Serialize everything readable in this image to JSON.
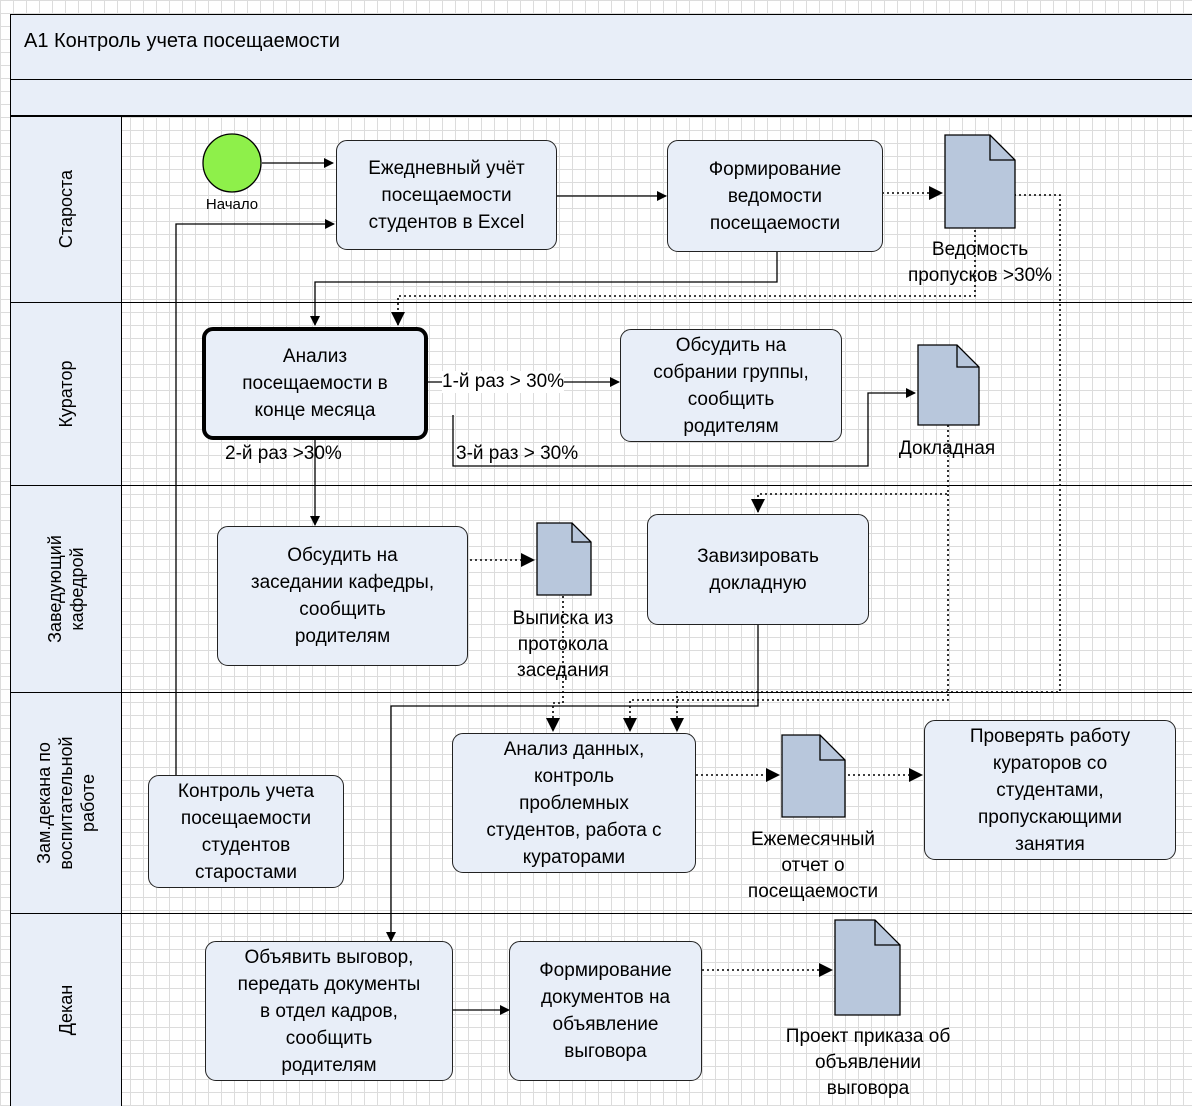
{
  "title": "А1 Контроль учета посещаемости",
  "lanes": {
    "starosta": "Староста",
    "kurator": "Куратор",
    "zav": "Заведующий\nкафедрой",
    "zamdekana": "Зам.декана по\nвоспитательной\nработе",
    "dekan": "Декан"
  },
  "start_event": {
    "label": "Начало"
  },
  "tasks": {
    "daily": "Ежедневный учёт\nпосещаемости\nстудентов в Excel",
    "form_vedomost": "Формирование\nведомости\nпосещаемости",
    "analysis": "Анализ\nпосещаемости в\nконце месяца",
    "discuss_group": "Обсудить на\nсобрании группы,\nсообщить\nродителям",
    "discuss_kafedra": "Обсудить на\nзаседании кафедры,\nсообщить\nродителям",
    "zavizirovat": "Завизировать\nдокладную",
    "analiz_dannyh": "Анализ данных,\nконтроль\nпроблемных\nстудентов, работа с\nкураторами",
    "kontrol_starosty": "Контроль учета\nпосещаемости\nстудентов\nстаростами",
    "proveryat": "Проверять работу\nкураторов со\nстудентами,\nпропускающими\nзанятия",
    "vygovor": "Объявить выговор,\nпередать документы\nв отдел кадров,\nсообщить\nродителям",
    "form_docs": "Формирование\nдокументов на\nобъявление\nвыговора"
  },
  "documents": {
    "vedomost": "Ведомость\nпропусков >30%",
    "dokladnaya": "Докладная",
    "vypiska": "Выписка из\nпротокола\nзаседания",
    "otchet": "Ежемесячный\nотчет о\nпосещаемости",
    "proekt": "Проект приказа об\nобъявлении\nвыговора"
  },
  "edge_labels": {
    "first": "1-й раз > 30%",
    "second": "2-й раз >30%",
    "third": "3-й раз > 30%"
  },
  "colors": {
    "task_fill": "#e8eef8",
    "doc_fill": "#b8c7dc",
    "start_fill": "#8ef04a",
    "grid": "#dcdcdc"
  }
}
